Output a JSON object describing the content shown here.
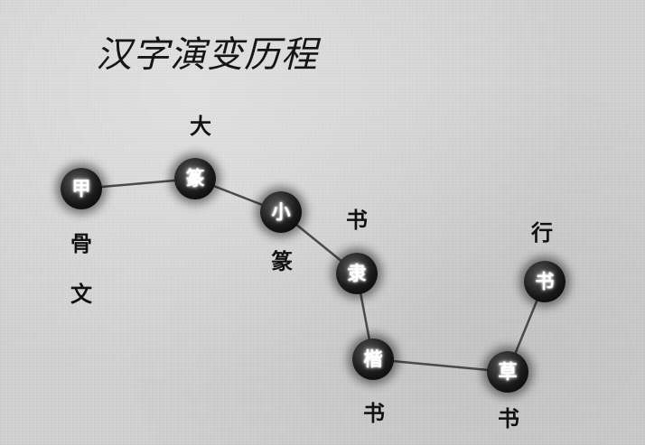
{
  "title": "汉字演变历程",
  "nodes": [
    "甲",
    "篆",
    "小",
    "隶",
    "楷",
    "草",
    "书"
  ],
  "labels": {
    "jiagu_1": "骨",
    "jiagu_2": "文",
    "dazhuan": "大",
    "xiaozhuan": "篆",
    "lishu": "书",
    "kaishu": "书",
    "caoshu": "书",
    "xingshu": "行"
  },
  "colors": {
    "background": "#d2d2d2",
    "node": "#111111",
    "line": "#4a4a4a",
    "text": "#111111"
  }
}
